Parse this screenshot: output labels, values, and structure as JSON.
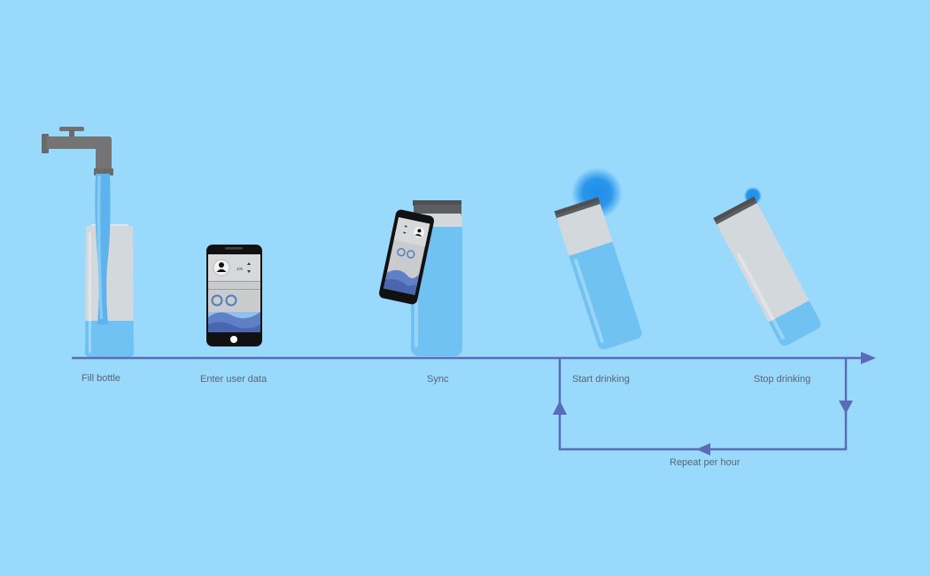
{
  "steps": [
    {
      "label": "Fill bottle"
    },
    {
      "label": "Enter user data"
    },
    {
      "label": "Sync"
    },
    {
      "label": "Start drinking"
    },
    {
      "label": "Stop drinking"
    }
  ],
  "loop": {
    "label": "Repeat per hour"
  },
  "phone": {
    "weight_text": "40k"
  },
  "colors": {
    "background": "#99dafc",
    "line": "#5b6bb8",
    "water": "#6fc2f2",
    "bottle_glass": "#d3d8dc",
    "cap": "#58595b",
    "tap": "#707070",
    "phone_body": "#111111",
    "glow": "#1f8fe8"
  }
}
